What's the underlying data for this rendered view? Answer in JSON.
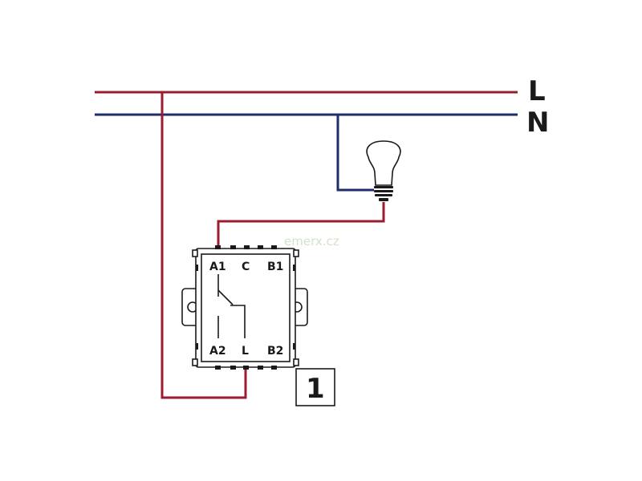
{
  "diagram": {
    "bus_labels": {
      "line": "L",
      "neutral": "N"
    },
    "switch": {
      "terminals": {
        "a1": "A1",
        "c": "C",
        "b1": "B1",
        "a2": "A2",
        "l": "L",
        "b2": "B2"
      },
      "badge_number": "1"
    },
    "watermark": "emerx.cz",
    "colors": {
      "live_wire": "#9b1c2e",
      "neutral_wire": "#1e2d6b",
      "ink": "#1a1a1a"
    }
  }
}
